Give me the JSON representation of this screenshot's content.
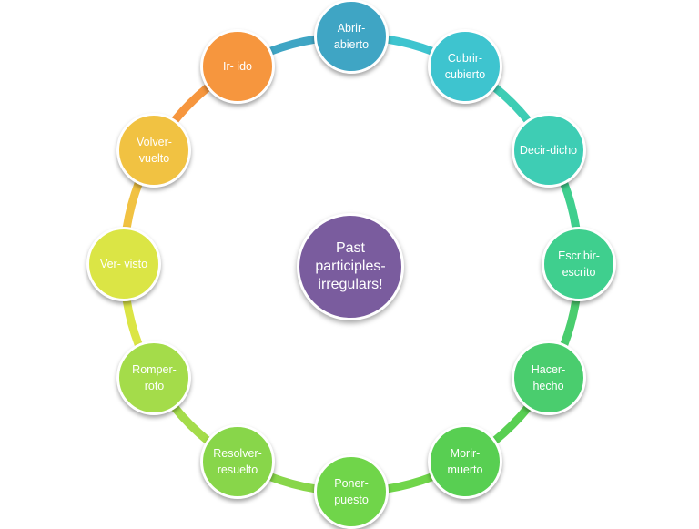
{
  "center": {
    "label": "Past participles-irregulars!",
    "color": "#7a5c9e"
  },
  "nodes": [
    {
      "label": "Abrir-abierto",
      "color": "#3fa5c4"
    },
    {
      "label": "Cubrir-cubierto",
      "color": "#3ec4cf"
    },
    {
      "label": "Decir-dicho",
      "color": "#3ecdb4"
    },
    {
      "label": "Escribir-escrito",
      "color": "#3fcf8e"
    },
    {
      "label": "Hacer-hecho",
      "color": "#4acd6e"
    },
    {
      "label": "Morir-muerto",
      "color": "#58cf52"
    },
    {
      "label": "Poner-puesto",
      "color": "#70d54a"
    },
    {
      "label": "Resolver-resuelto",
      "color": "#88d64a"
    },
    {
      "label": "Romper-roto",
      "color": "#a4dc4a"
    },
    {
      "label": "Ver- visto",
      "color": "#dbe545"
    },
    {
      "label": "Volver-vuelto",
      "color": "#f1c242"
    },
    {
      "label": "Ir- ido",
      "color": "#f6963e"
    }
  ]
}
